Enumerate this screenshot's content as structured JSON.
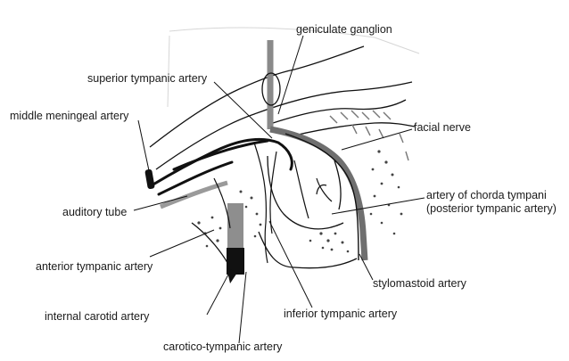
{
  "labels": {
    "geniculate_ganglion": "geniculate ganglion",
    "superior_tympanic_artery": "superior tympanic artery",
    "middle_meningeal_artery": "middle meningeal artery",
    "facial_nerve": "facial nerve",
    "auditory_tube": "auditory tube",
    "artery_of_chorda_tympani": "artery of chorda tympani",
    "posterior_tympanic_artery": "(posterior tympanic artery)",
    "anterior_tympanic_artery": "anterior tympanic artery",
    "stylomastoid_artery": "stylomastoid artery",
    "internal_carotid_artery": "internal carotid artery",
    "inferior_tympanic_artery": "inferior tympanic artery",
    "carotico_tympanic_artery": "carotico-tympanic artery"
  },
  "colors": {
    "ink": "#111111",
    "gray_band": "#8a8a8a",
    "stipple": "#555555",
    "faint": "#c8c8c8"
  }
}
